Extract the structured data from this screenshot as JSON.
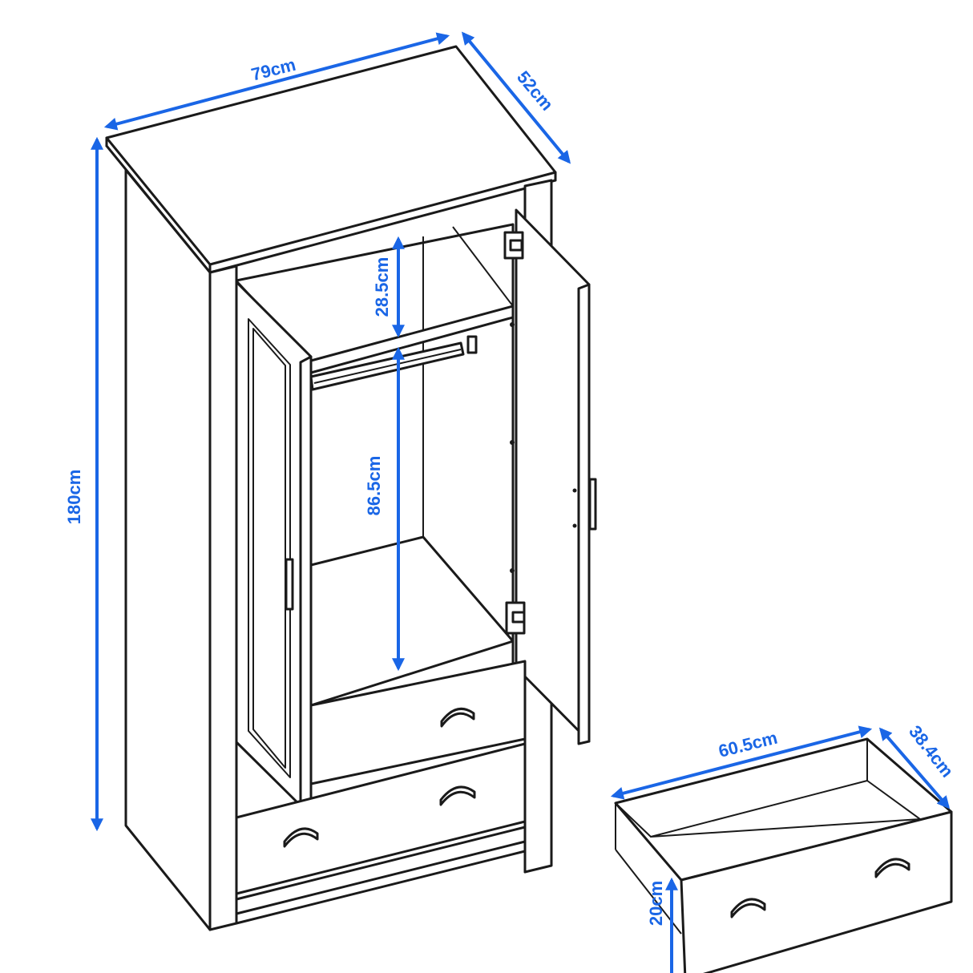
{
  "dimensions": {
    "wardrobe_width": "79cm",
    "wardrobe_depth": "52cm",
    "wardrobe_height": "180cm",
    "top_shelf_height": "28.5cm",
    "hanging_height": "86.5cm",
    "drawer_width": "60.5cm",
    "drawer_depth": "38.4cm",
    "drawer_height": "20cm"
  },
  "colors": {
    "dimension": "#1a66e6",
    "outline": "#1a1a1a"
  },
  "icons": [
    "arrowhead",
    "cup-handle",
    "door-hinge",
    "bar-handle"
  ]
}
